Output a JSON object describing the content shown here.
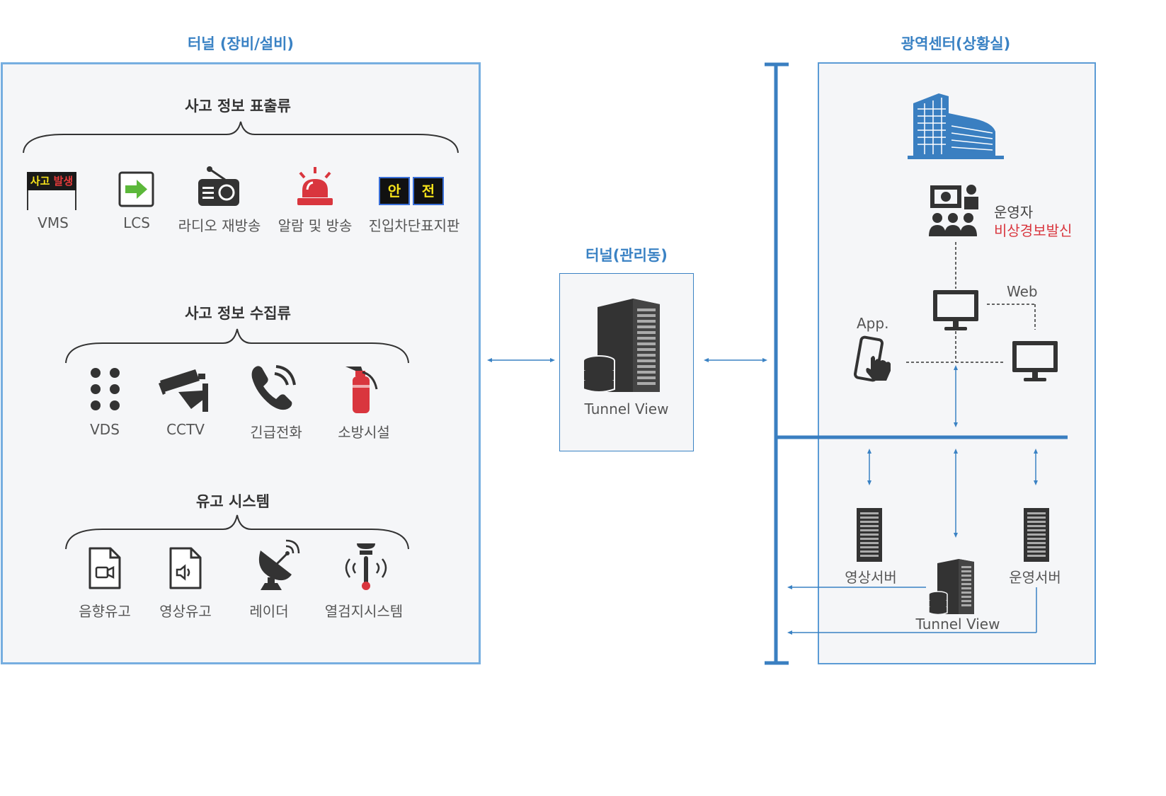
{
  "left_panel": {
    "title": "터널 (장비/설비)",
    "groups": [
      {
        "title": "사고 정보 표출류",
        "items": [
          {
            "label": "VMS",
            "icon": "vms-sign-icon",
            "sign_text_1": "사고",
            "sign_text_2": "발생"
          },
          {
            "label": "LCS",
            "icon": "lane-control-arrow-icon"
          },
          {
            "label": "라디오 재방송",
            "icon": "radio-icon"
          },
          {
            "label": "알람 및 방송",
            "icon": "siren-icon"
          },
          {
            "label": "진입차단표지판",
            "icon": "entry-block-sign-icon",
            "sign_text_1": "안",
            "sign_text_2": "전"
          }
        ]
      },
      {
        "title": "사고 정보 수집류",
        "items": [
          {
            "label": "VDS",
            "icon": "vds-dots-icon"
          },
          {
            "label": "CCTV",
            "icon": "cctv-camera-icon"
          },
          {
            "label": "긴급전화",
            "icon": "phone-icon"
          },
          {
            "label": "소방시설",
            "icon": "fire-extinguisher-icon"
          }
        ]
      },
      {
        "title": "유고 시스템",
        "items": [
          {
            "label": "음향유고",
            "icon": "video-file-icon"
          },
          {
            "label": "영상유고",
            "icon": "audio-file-icon"
          },
          {
            "label": "레이더",
            "icon": "radar-dish-icon"
          },
          {
            "label": "열검지시스템",
            "icon": "heat-detector-icon"
          }
        ]
      }
    ]
  },
  "middle": {
    "title": "터널(관리동)",
    "server_label": "Tunnel View"
  },
  "right_panel": {
    "title": "광역센터(상황실)",
    "operator_label": "운영자",
    "operator_sub": "비상경보발신",
    "web_label": "Web",
    "app_label": "App.",
    "video_server": "영상서버",
    "ops_server": "운영서버",
    "tunnel_view": "Tunnel View"
  },
  "colors": {
    "accent": "#3a82c4",
    "panel_border": "#76aee0",
    "panel_bg": "#f5f6f8",
    "icon_dark": "#333333",
    "alert_red": "#d9363e"
  }
}
